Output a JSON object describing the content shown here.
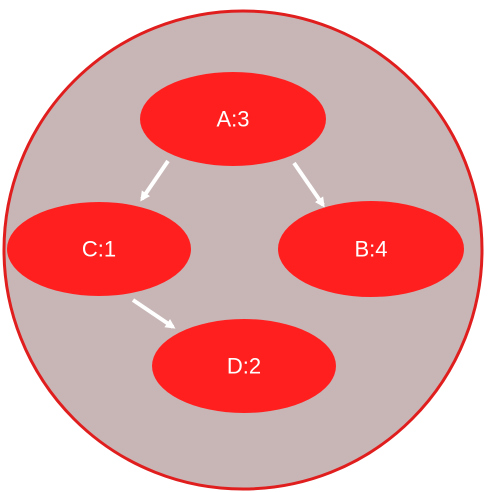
{
  "colors": {
    "background_circle_fill": "#c8b6b6",
    "background_circle_stroke": "#e01e1e",
    "node_fill": "#ff1f1f",
    "edge_color": "#ffffff",
    "label_color": "#ffffff"
  },
  "nodes": {
    "a": {
      "label": "A:3"
    },
    "b": {
      "label": "B:4"
    },
    "c": {
      "label": "C:1"
    },
    "d": {
      "label": "D:2"
    }
  },
  "edges": [
    {
      "from": "A",
      "to": "C"
    },
    {
      "from": "A",
      "to": "B"
    },
    {
      "from": "C",
      "to": "D"
    }
  ]
}
